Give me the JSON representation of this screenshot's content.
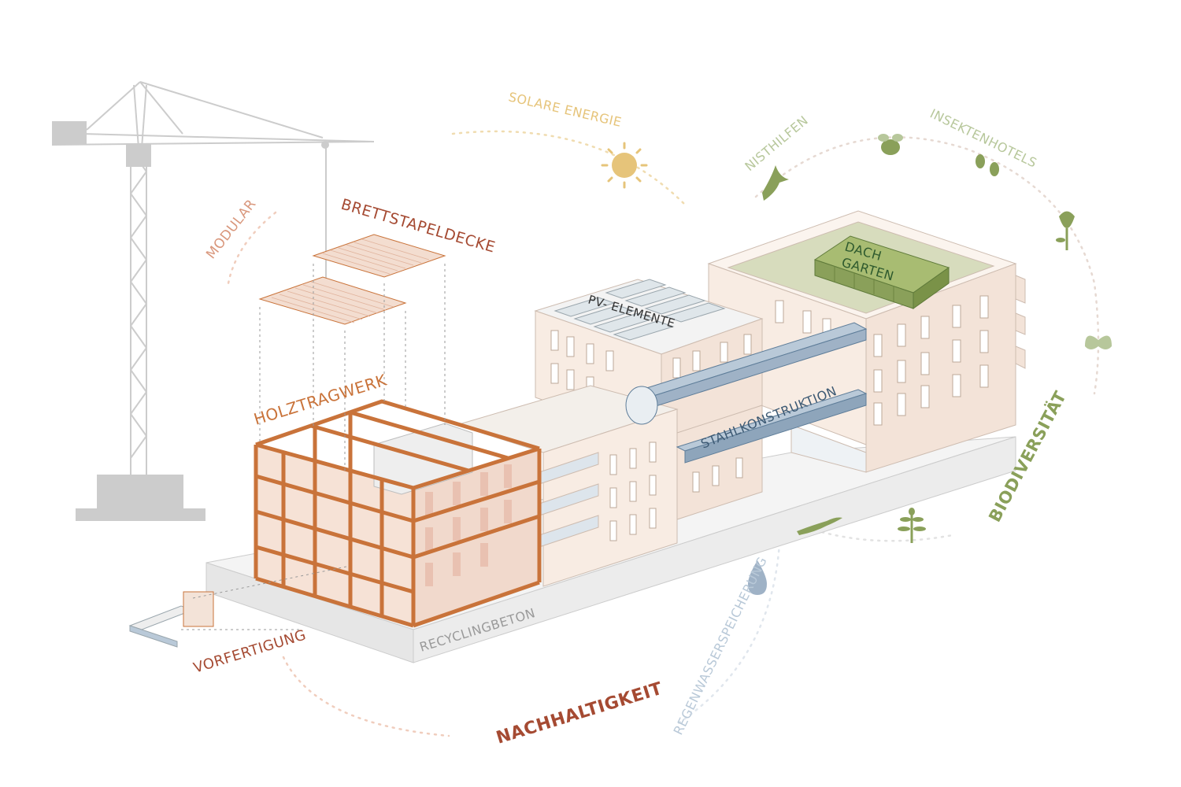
{
  "labels": {
    "modular": "MODULAR",
    "brettstapeldecke": "BRETTSTAPELDECKE",
    "holztragwerk": "HOLZTRAGWERK",
    "vorfertigung": "VORFERTIGUNG",
    "recyclingbeton": "RECYCLINGBETON",
    "nachhaltigkeit": "NACHHALTIGKEIT",
    "regenwasserspeicherung": "REGENWASSERSPEICHERUNG",
    "solare_energie": "SOLARE ENERGIE",
    "pv_elemente": "PV- ELEMENTE",
    "nisthilfen": "NISTHILFEN",
    "insektenhotels": "INSEKTENHOTELS",
    "dach": "DACH",
    "garten": "GARTEN",
    "stahlkonstruktion": "STAHLKONSTRUKTION",
    "biodiversitaet": "BIODIVERSITÄT"
  },
  "colors": {
    "wood": "#c9733a",
    "rust": "#a54a32",
    "salmon": "#d9977c",
    "olive": "#8aa05a",
    "sage": "#b7c79b",
    "sun": "#e6c47a",
    "steel": "#5e7d99",
    "steel_fill": "#b9c9d8",
    "crane": "#cccccc",
    "facade": "#f8ece3",
    "base": "#ececec",
    "roof_green": "#d7dcbd",
    "water": "#9fb2c6",
    "label_grey": "#9a9a9a"
  },
  "icons": [
    "crane-icon",
    "sun-icon",
    "bird-icon",
    "bee-icon",
    "beetle-icon",
    "flower-icon",
    "butterfly-icon",
    "plant-icon",
    "lizard-icon",
    "water-drop-icon"
  ]
}
